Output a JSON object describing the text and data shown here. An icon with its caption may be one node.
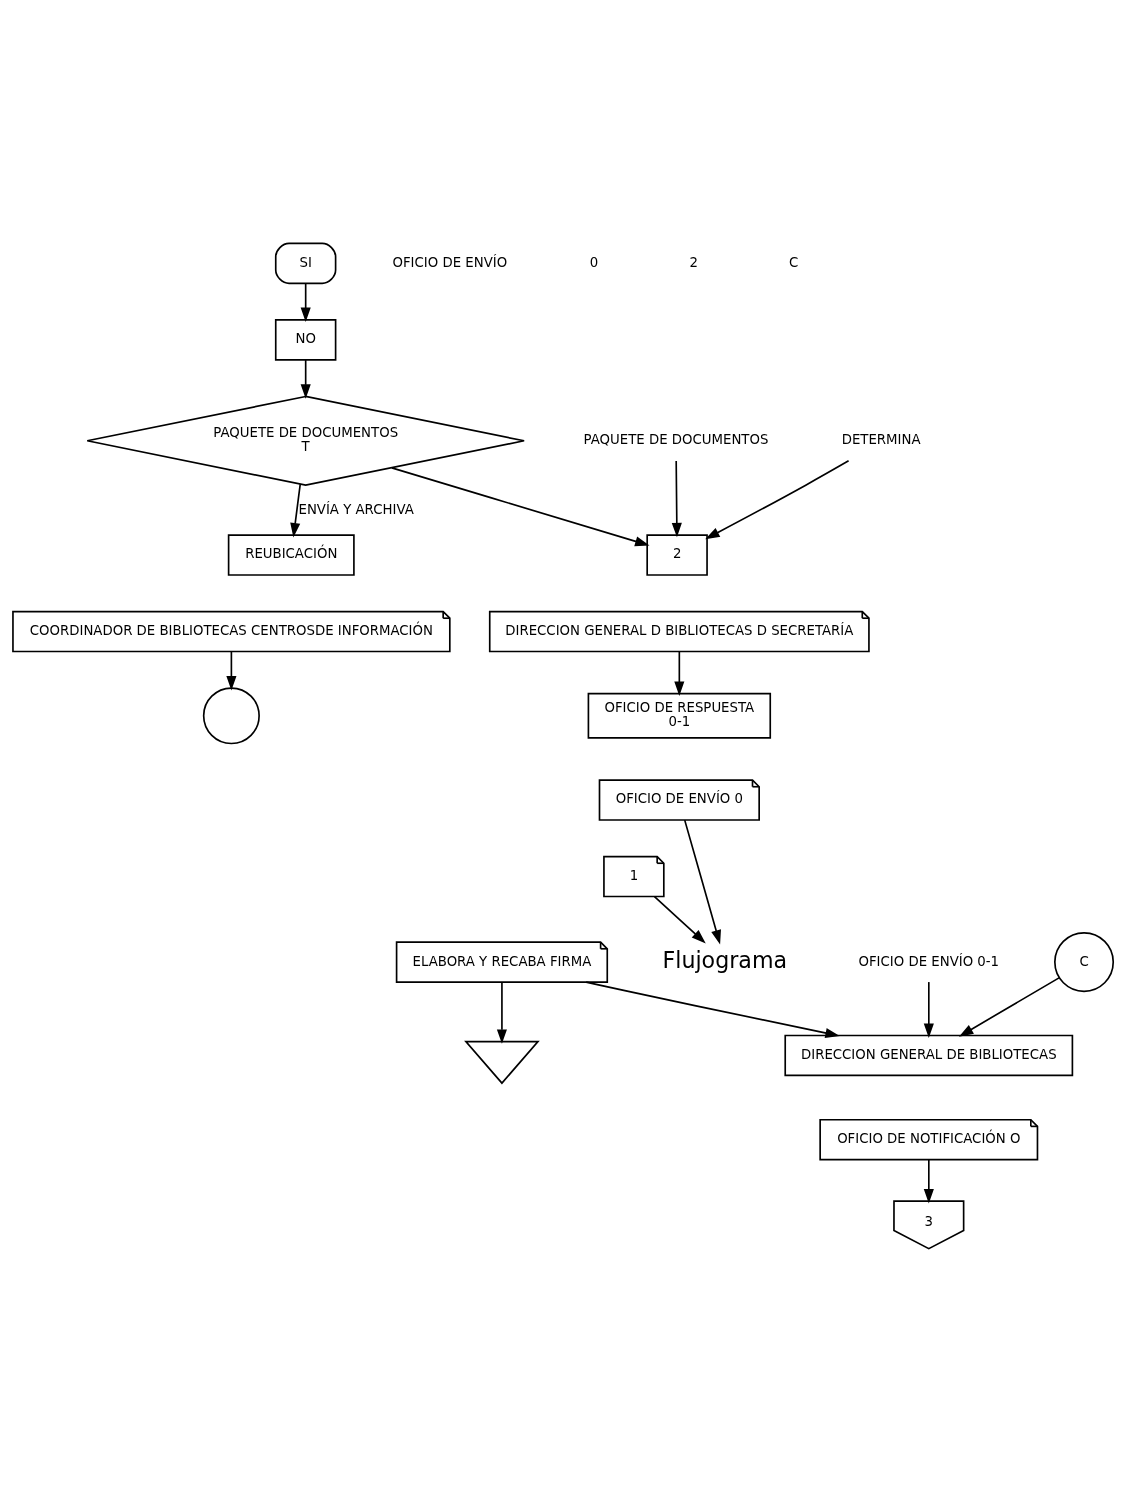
{
  "diagram": {
    "nodes": [
      {
        "text": [
          "SI"
        ]
      },
      {
        "text": [
          "NO"
        ]
      },
      {
        "text": [
          "PAQUETE DE DOCUMENTOS",
          "T"
        ]
      },
      {
        "text": [
          "REUBICACIÓN"
        ]
      },
      {
        "text": [
          "COORDINADOR DE BIBLIOTECAS CENTROSDE INFORMACIÓN"
        ]
      },
      {
        "text": [],
        "shape": "circle"
      },
      {
        "text": [
          "PAQUETE DE DOCUMENTOS"
        ]
      },
      {
        "text": [
          "DETERMINA"
        ]
      },
      {
        "text": [
          "2"
        ]
      },
      {
        "text": [
          "DIRECCION GENERAL D BIBLIOTECAS D SECRETARÍA"
        ]
      },
      {
        "text": [
          "OFICIO DE RESPUESTA",
          "0-1"
        ]
      },
      {
        "text": [
          "OFICIO DE ENVÍO 0"
        ]
      },
      {
        "text": [
          "1"
        ]
      },
      {
        "text": [
          "ELABORA Y RECABA FIRMA"
        ]
      },
      {
        "text": [
          "Flujograma"
        ]
      },
      {
        "text": [],
        "shape": "triangle"
      },
      {
        "text": [
          "OFICIO DE ENVÍO 0-1"
        ]
      },
      {
        "text": [
          "C"
        ]
      },
      {
        "text": [
          "DIRECCION GENERAL DE BIBLIOTECAS"
        ]
      },
      {
        "text": [
          "OFICIO DE NOTIFICACIÓN O"
        ]
      },
      {
        "text": [
          "3"
        ]
      }
    ],
    "edges": [
      {
        "from": 0,
        "to": 1,
        "arrow": "to"
      },
      {
        "from": 1,
        "to": 2,
        "arrow": "to"
      },
      {
        "from": 2,
        "to": 3,
        "arrow": "to",
        "label": "ENVÍA Y ARCHIVA"
      },
      {
        "from": 2,
        "to": 8,
        "arrow": "to"
      },
      {
        "from": 6,
        "to": 8,
        "arrow": "to"
      },
      {
        "from": 7,
        "to": 8,
        "arrow": "to"
      },
      {
        "from": 4,
        "to": 5,
        "arrow": "to"
      },
      {
        "from": 9,
        "to": 10,
        "arrow": "to"
      },
      {
        "from": 11,
        "to": 14,
        "arrow": "to"
      },
      {
        "from": 12,
        "to": 14,
        "arrow": "to"
      },
      {
        "from": 13,
        "to": 15,
        "arrow": "to"
      },
      {
        "from": 13,
        "to": 18,
        "arrow": "to"
      },
      {
        "from": 16,
        "to": 18,
        "arrow": "to"
      },
      {
        "from": 17,
        "to": 18,
        "arrow": "to"
      },
      {
        "from": 19,
        "to": 20,
        "arrow": "to"
      }
    ],
    "labels": [
      "OFICIO DE ENVÍO",
      "0",
      "2",
      "C"
    ]
  }
}
